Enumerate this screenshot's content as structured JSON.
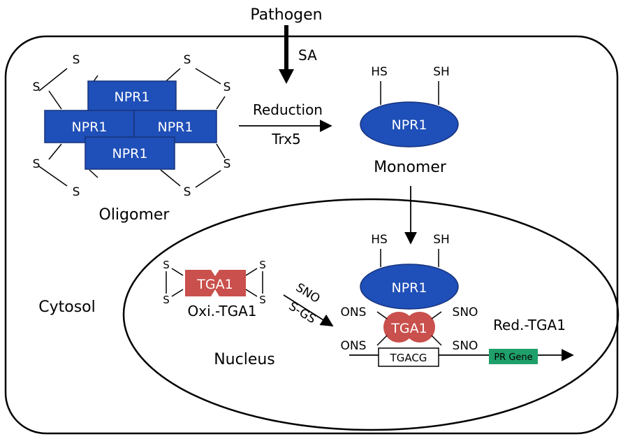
{
  "pathogen": "Pathogen",
  "sa": "SA",
  "sulfur": "S",
  "npr1": "NPR1",
  "oligomer_label": "Oligomer",
  "reduction": "Reduction",
  "trx5": "Trx5",
  "hs": "HS",
  "sh": "SH",
  "monomer_label": "Monomer",
  "cytosol": "Cytosol",
  "nucleus": "Nucleus",
  "tga1": "TGA1",
  "oxi_tga1": "Oxi.-TGA1",
  "sno_arrow": "SNO",
  "sgs_arrow": "S-GS",
  "ons": "ONS",
  "sno": "SNO",
  "red_tga1": "Red.-TGA1",
  "tgacg": "TGACG",
  "pr_gene": "PR Gene",
  "colors": {
    "npr1_fill": "#1f4fb8",
    "tga1_fill": "#c9504c",
    "pr_gene_fill": "#1fa06a"
  }
}
